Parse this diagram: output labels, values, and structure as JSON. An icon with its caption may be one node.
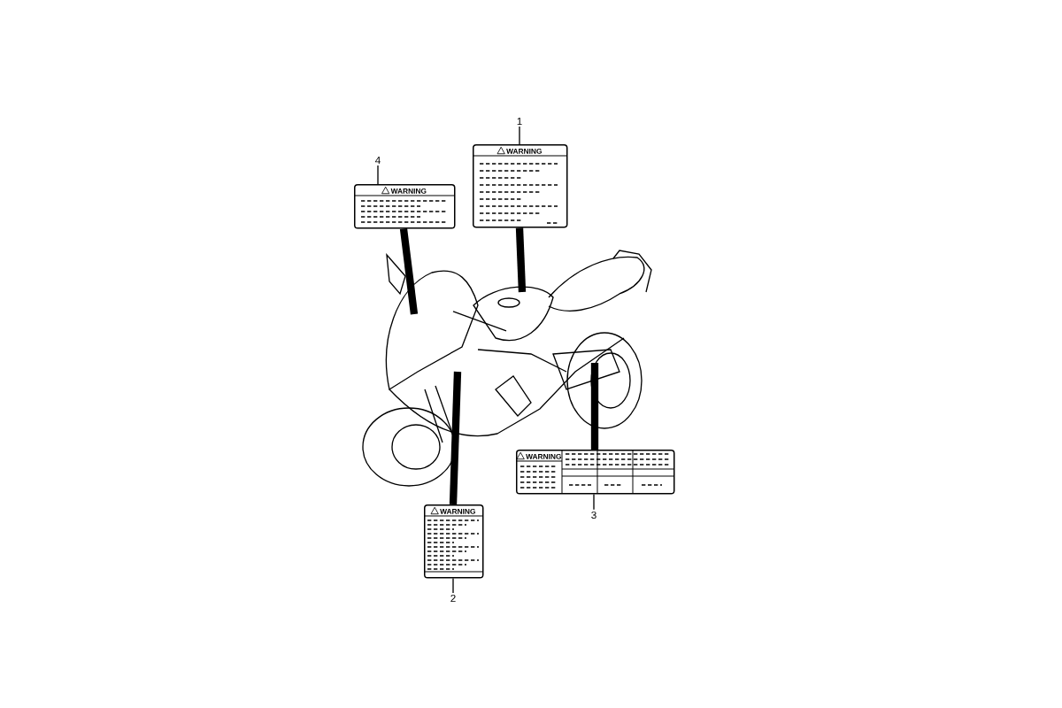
{
  "diagram": {
    "nodes": [
      {
        "text": [
          "1"
        ]
      },
      {
        "text": [
          "WARNING"
        ]
      },
      {
        "text": [
          "4"
        ]
      },
      {
        "text": [
          "WARNING"
        ]
      },
      {
        "text": [
          "WARNING"
        ]
      },
      {
        "text": [
          "3"
        ]
      },
      {
        "text": [
          "WARNING"
        ]
      },
      {
        "text": [
          "2"
        ]
      },
      {
        "text": [],
        "shape": "picture"
      }
    ],
    "edges": [
      {
        "from": 0,
        "to": 1,
        "arrow": "none"
      },
      {
        "from": 2,
        "to": 3,
        "arrow": "none"
      },
      {
        "from": 5,
        "to": 4,
        "arrow": "none"
      },
      {
        "from": 7,
        "to": 6,
        "arrow": "none"
      },
      {
        "from": 1,
        "to": 8,
        "arrow": "none",
        "style": "thick"
      },
      {
        "from": 3,
        "to": 8,
        "arrow": "none",
        "style": "thick"
      },
      {
        "from": 4,
        "to": 8,
        "arrow": "none",
        "style": "thick"
      },
      {
        "from": 6,
        "to": 8,
        "arrow": "none",
        "style": "thick"
      }
    ]
  }
}
